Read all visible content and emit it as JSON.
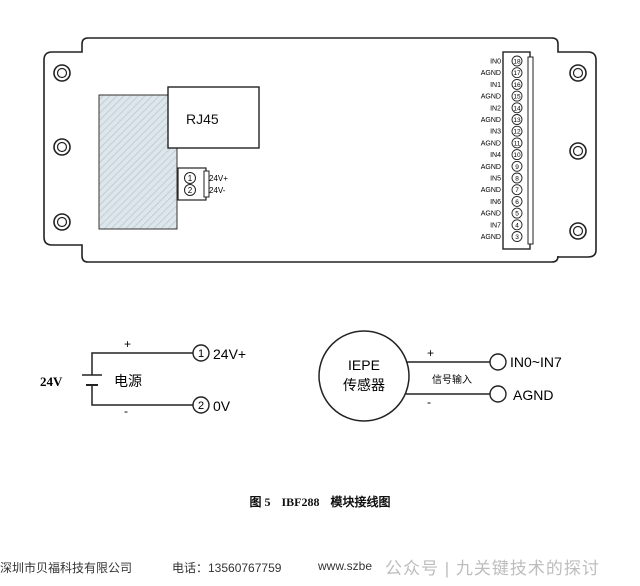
{
  "module": {
    "rj45_label": "RJ45",
    "power_connector": {
      "pins": [
        {
          "num": "1",
          "label": "24V+"
        },
        {
          "num": "2",
          "label": "24V-"
        }
      ]
    },
    "terminal_block": {
      "pins": [
        {
          "num": "18",
          "label": "IN0"
        },
        {
          "num": "17",
          "label": "AGND"
        },
        {
          "num": "16",
          "label": "IN1"
        },
        {
          "num": "15",
          "label": "AGND"
        },
        {
          "num": "14",
          "label": "IN2"
        },
        {
          "num": "13",
          "label": "AGND"
        },
        {
          "num": "12",
          "label": "IN3"
        },
        {
          "num": "11",
          "label": "AGND"
        },
        {
          "num": "10",
          "label": "IN4"
        },
        {
          "num": "9",
          "label": "AGND"
        },
        {
          "num": "8",
          "label": "IN5"
        },
        {
          "num": "7",
          "label": "AGND"
        },
        {
          "num": "6",
          "label": "IN6"
        },
        {
          "num": "5",
          "label": "AGND"
        },
        {
          "num": "4",
          "label": "IN7"
        },
        {
          "num": "3",
          "label": "AGND"
        }
      ]
    }
  },
  "power_wiring": {
    "voltage": "24V",
    "source_label": "电源",
    "plus": "+",
    "minus": "-",
    "terminal_1_num": "1",
    "terminal_1_label": "24V+",
    "terminal_2_num": "2",
    "terminal_2_label": "0V"
  },
  "sensor_wiring": {
    "sensor_line1": "IEPE",
    "sensor_line2": "传感器",
    "signal_label": "信号输入",
    "plus": "+",
    "minus": "-",
    "terminal_signal": "IN0~IN7",
    "terminal_ground": "AGND"
  },
  "caption": {
    "figure": "图 5",
    "model": "IBF288",
    "text": "模块接线图"
  },
  "footer": {
    "company": "深圳市贝福科技有限公司",
    "phone": "电话：13560767759",
    "website": "www.szbe",
    "watermark": "公众号 | 九关键技术的探讨"
  }
}
